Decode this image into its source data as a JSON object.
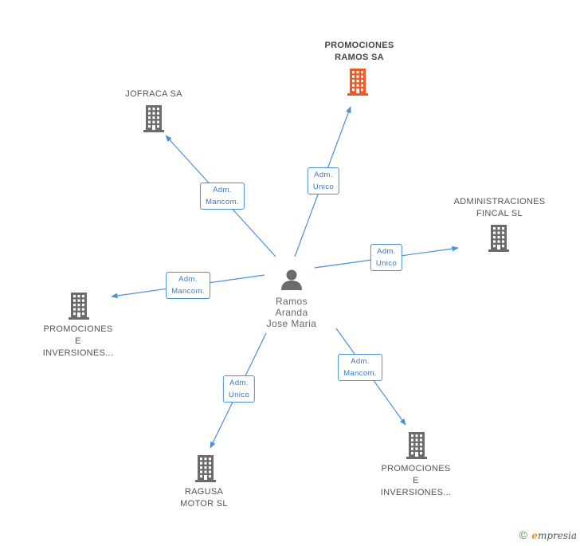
{
  "center": {
    "lines": [
      "Ramos",
      "Aranda",
      "Jose Maria"
    ],
    "icon": "person-icon"
  },
  "companies": [
    {
      "id": "promociones-ramos-sa",
      "lines": [
        "PROMOCIONES",
        "RAMOS SA"
      ],
      "highlighted": true,
      "color": "#f05a28",
      "icon": "building-icon"
    },
    {
      "id": "jofraca-sa",
      "lines": [
        "JOFRACA SA"
      ],
      "highlighted": false,
      "color": "#6b6b6b",
      "icon": "building-icon"
    },
    {
      "id": "administraciones-fincal-sl",
      "lines": [
        "ADMINISTRACIONES",
        "FINCAL  SL"
      ],
      "highlighted": false,
      "color": "#6b6b6b",
      "icon": "building-icon"
    },
    {
      "id": "promociones-inversiones-left",
      "lines": [
        "PROMOCIONES",
        "E",
        "INVERSIONES..."
      ],
      "highlighted": false,
      "color": "#6b6b6b",
      "icon": "building-icon"
    },
    {
      "id": "ragusa-motor-sl",
      "lines": [
        "RAGUSA",
        "MOTOR SL"
      ],
      "highlighted": false,
      "color": "#6b6b6b",
      "icon": "building-icon"
    },
    {
      "id": "promociones-inversiones-right",
      "lines": [
        "PROMOCIONES",
        "E",
        "INVERSIONES..."
      ],
      "highlighted": false,
      "color": "#6b6b6b",
      "icon": "building-icon"
    }
  ],
  "edges": [
    {
      "to": "promociones-ramos-sa",
      "lines": [
        "Adm.",
        "Unico"
      ]
    },
    {
      "to": "jofraca-sa",
      "lines": [
        "Adm.",
        "Mancom."
      ]
    },
    {
      "to": "administraciones-fincal-sl",
      "lines": [
        "Adm.",
        "Unico"
      ]
    },
    {
      "to": "promociones-inversiones-left",
      "lines": [
        "Adm.",
        "Mancom."
      ]
    },
    {
      "to": "ragusa-motor-sl",
      "lines": [
        "Adm.",
        "Unico"
      ]
    },
    {
      "to": "promociones-inversiones-right",
      "lines": [
        "Adm.",
        "Mancom."
      ]
    }
  ],
  "colors": {
    "edge": "#4a90d9",
    "building": "#6b6b6b",
    "highlight": "#f05a28",
    "person": "#6b6b6b"
  },
  "footer": {
    "copyright": "©",
    "brand_initial": "e",
    "brand_rest": "mpresia"
  }
}
